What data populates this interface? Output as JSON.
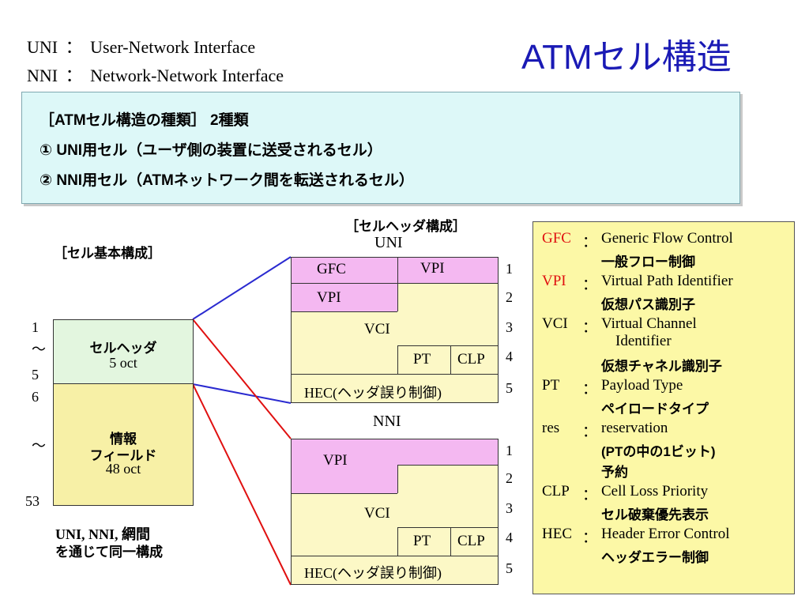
{
  "title": "ATMセル構造",
  "abbreviations": [
    {
      "key": "UNI",
      "sep": "：",
      "value": "User-Network Interface"
    },
    {
      "key": "NNI",
      "sep": "：",
      "value": "Network-Network Interface"
    }
  ],
  "types_box": {
    "heading": "［ATMセル構造の種類］ 2種類",
    "item1": "① UNI用セル（ユーザ側の装置に送受されるセル）",
    "item2": "② NNI用セル（ATMネットワーク間を転送されるセル）"
  },
  "basic": {
    "label": "［セル基本構成］",
    "header_name": "セルヘッダ",
    "header_size": "5 oct",
    "info_name_1": "情報",
    "info_name_2": "フィールド",
    "info_size": "48 oct",
    "row_nums": [
      "1",
      "〜",
      "5",
      "6",
      "〜",
      "53"
    ],
    "note_1": "UNI, NNI, 網間",
    "note_2": "を通じて同一構成"
  },
  "header_config": {
    "label": "［セルヘッダ構成］",
    "uni_label": "UNI",
    "nni_label": "NNI",
    "uni": {
      "gfc": "GFC",
      "vpi1": "VPI",
      "vpi2": "VPI",
      "vci": "VCI",
      "pt": "PT",
      "clp": "CLP",
      "hec": "HEC(ヘッダ誤り制御)"
    },
    "nni": {
      "vpi": "VPI",
      "vci": "VCI",
      "pt": "PT",
      "clp": "CLP",
      "hec": "HEC(ヘッダ誤り制御)"
    },
    "uni_rows": [
      "1",
      "2",
      "3",
      "4",
      "5"
    ],
    "nni_rows": [
      "1",
      "2",
      "3",
      "4",
      "5"
    ]
  },
  "legend": [
    {
      "abbr": "GFC",
      "sep": "：",
      "en": "Generic Flow Control",
      "en2": "",
      "jp": "一般フロー制御",
      "highlight": true
    },
    {
      "abbr": "VPI",
      "sep": "：",
      "en": "Virtual Path Identifier",
      "en2": "",
      "jp": "仮想パス識別子",
      "highlight": true
    },
    {
      "abbr": "VCI",
      "sep": "：",
      "en": "Virtual Channel",
      "en2": "Identifier",
      "jp": "仮想チャネル識別子",
      "highlight": false
    },
    {
      "abbr": "PT",
      "sep": "：",
      "en": "Payload Type",
      "en2": "",
      "jp": "ペイロードタイプ",
      "highlight": false
    },
    {
      "abbr": "res",
      "sep": "：",
      "en": "reservation",
      "en2": "(PTの中の1ビット)",
      "jp": "予約",
      "highlight": false
    },
    {
      "abbr": "CLP",
      "sep": "：",
      "en": "Cell Loss Priority",
      "en2": "",
      "jp": "セル破棄優先表示",
      "highlight": false
    },
    {
      "abbr": "HEC",
      "sep": "：",
      "en": "Header Error Control",
      "en2": "",
      "jp": "ヘッダエラー制御",
      "highlight": false
    }
  ],
  "colors": {
    "title": "#1a1ab5",
    "highlight": "#e01010",
    "vpi_field": "#f4b8f1",
    "uni_line": "#2a2ad0",
    "nni_line": "#e01010"
  }
}
